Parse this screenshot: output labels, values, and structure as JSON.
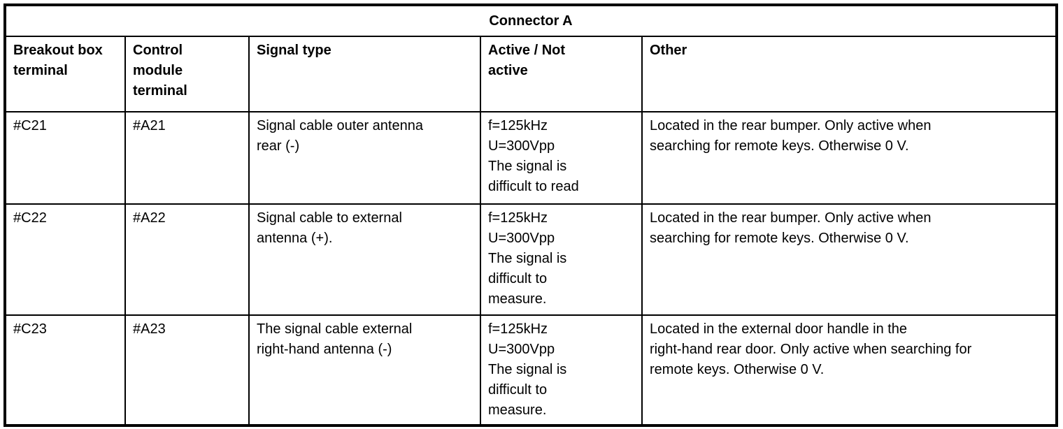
{
  "table": {
    "title": "Connector A",
    "columns": [
      "Breakout box\nterminal",
      "Control\nmodule\nterminal",
      "Signal type",
      "Active / Not\nactive",
      "Other"
    ],
    "rows": [
      {
        "breakout_terminal": "#C21",
        "control_terminal": "#A21",
        "signal_type": "Signal cable outer antenna\nrear (-)",
        "active_not_active": "f=125kHz\nU=300Vpp\nThe signal is\ndifficult to read",
        "other": "Located in the rear bumper. Only active when\nsearching for remote keys. Otherwise 0 V."
      },
      {
        "breakout_terminal": "#C22",
        "control_terminal": "#A22",
        "signal_type": "Signal cable to external\nantenna (+).",
        "active_not_active": "f=125kHz\nU=300Vpp\nThe signal is\ndifficult to\nmeasure.",
        "other": "Located in the rear bumper. Only active when\nsearching for remote keys. Otherwise 0 V."
      },
      {
        "breakout_terminal": "#C23",
        "control_terminal": "#A23",
        "signal_type": "The signal cable external\nright-hand antenna (-)",
        "active_not_active": "f=125kHz\nU=300Vpp\nThe signal is\ndifficult to\nmeasure.",
        "other": "Located in the external door handle in the\nright-hand rear door. Only active when searching for\nremote keys. Otherwise 0 V."
      }
    ]
  }
}
